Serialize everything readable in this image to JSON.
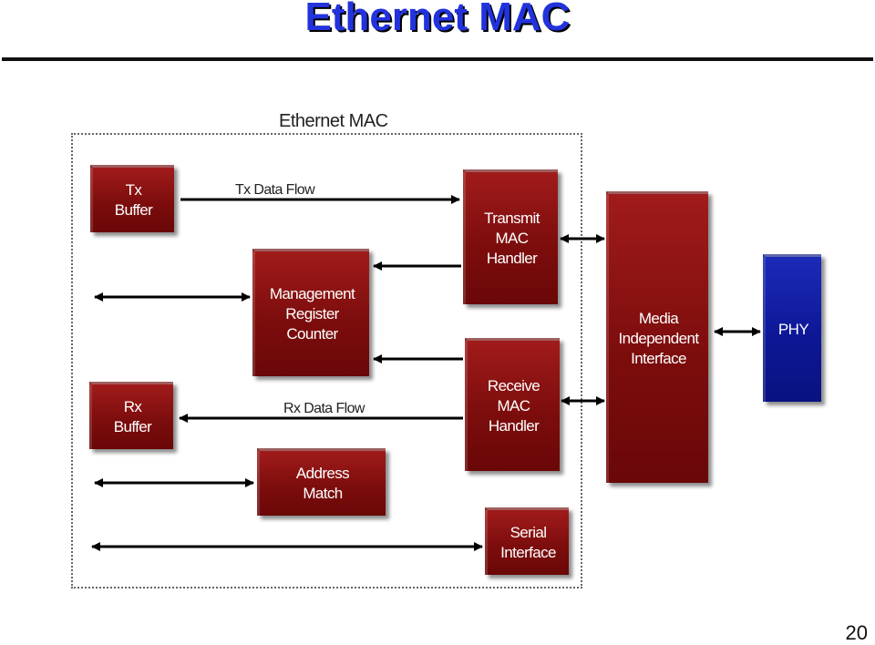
{
  "slide": {
    "title": "Ethernet MAC",
    "page_number": "20"
  },
  "diagram": {
    "frame_label": "Ethernet MAC",
    "blocks": {
      "tx_buffer": "Tx\nBuffer",
      "rx_buffer": "Rx\nBuffer",
      "management": "Management\nRegister\nCounter",
      "address_match": "Address\nMatch",
      "transmit_mac": "Transmit\nMAC\nHandler",
      "receive_mac": "Receive\nMAC\nHandler",
      "serial_interface": "Serial\nInterface",
      "media_independent": "Media\nIndependent\nInterface",
      "phy": "PHY"
    },
    "flow_labels": {
      "tx": "Tx Data Flow",
      "rx": "Rx Data Flow"
    },
    "colors": {
      "block_red": "#8b1010",
      "block_blue": "#0d1796",
      "title_blue": "#2233dd"
    }
  }
}
